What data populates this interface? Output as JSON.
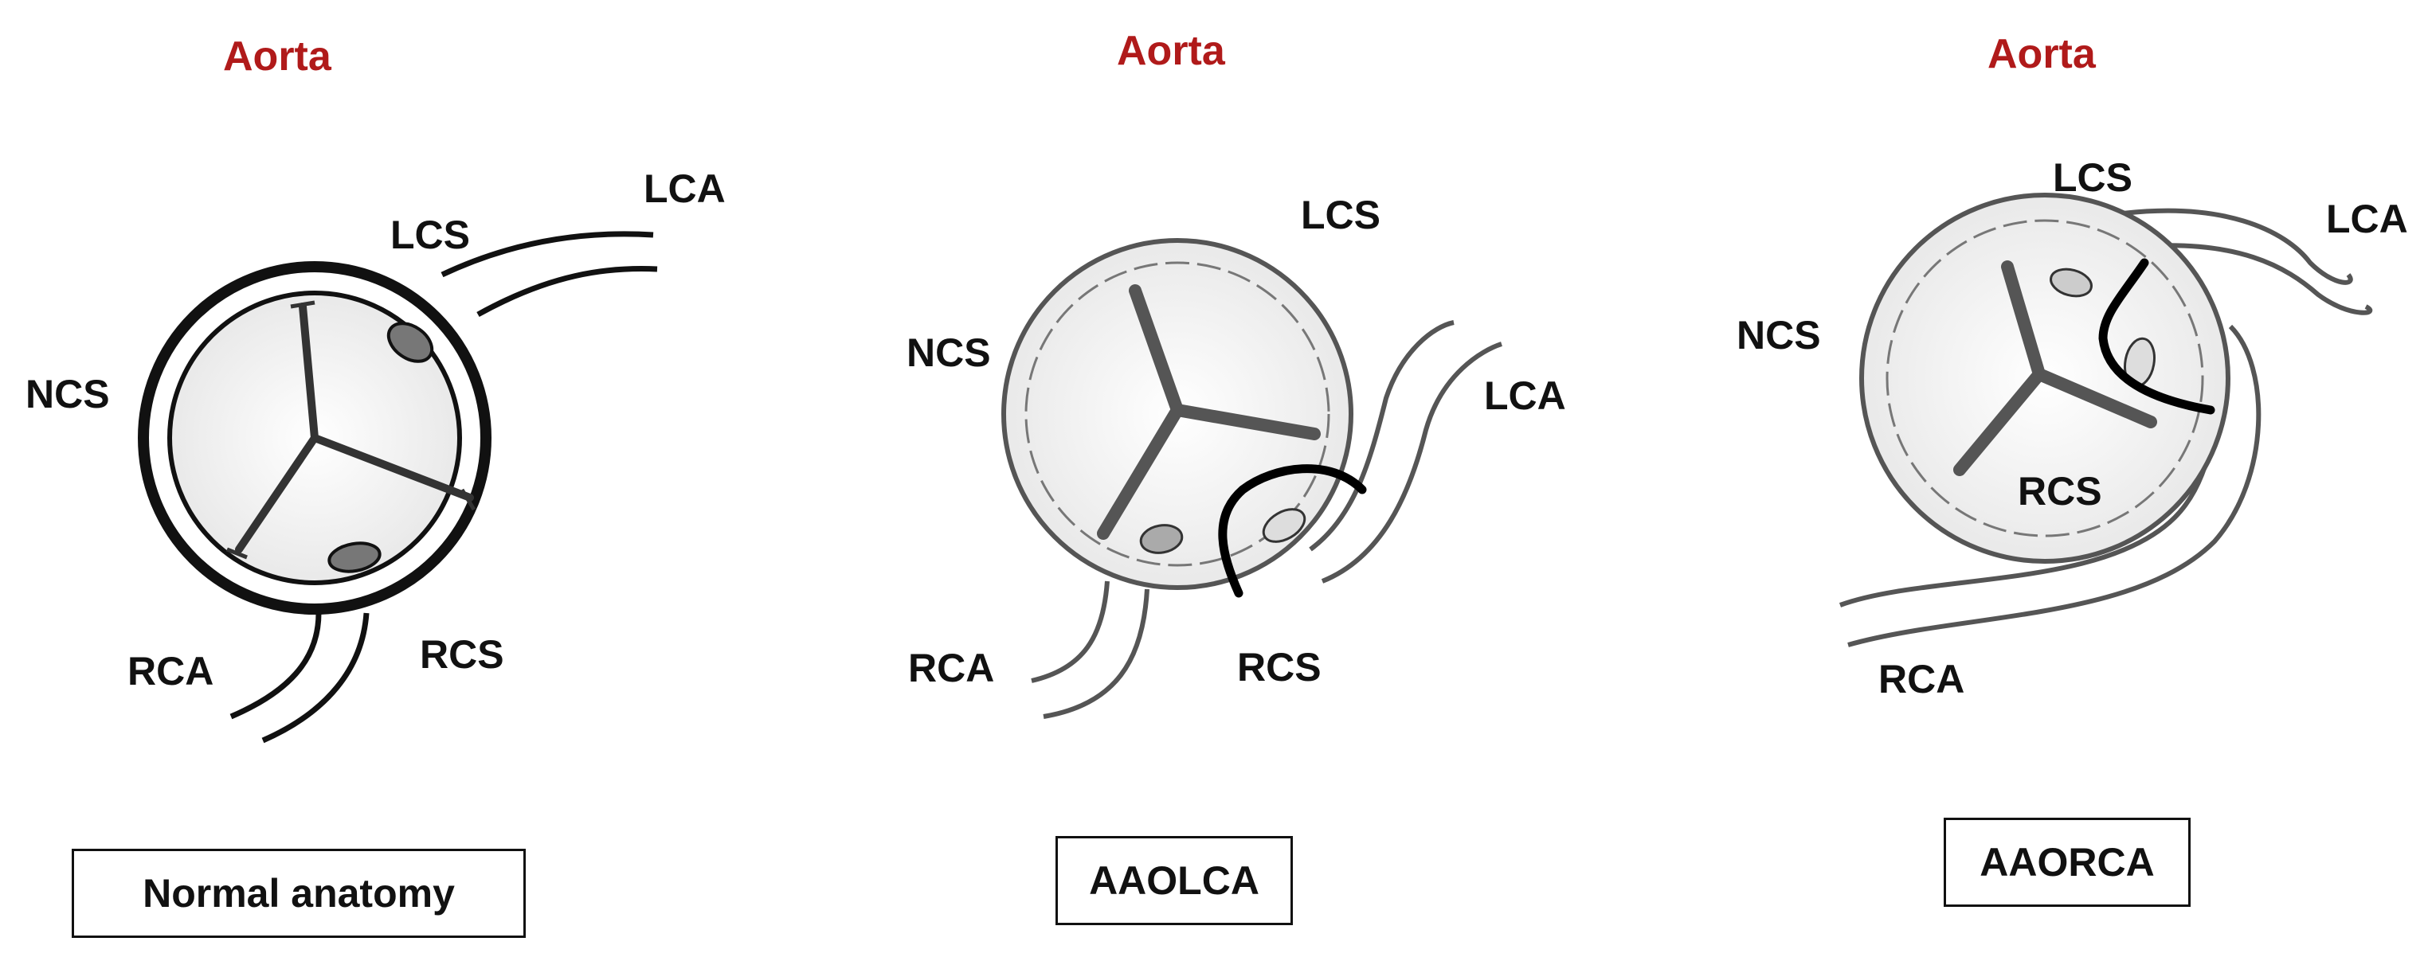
{
  "panels": [
    {
      "caption": "Normal anatomy",
      "labels": {
        "aorta": "Aorta",
        "lcs": "LCS",
        "lca": "LCA",
        "ncs": "NCS",
        "rca": "RCA",
        "rcs": "RCS"
      }
    },
    {
      "caption": "AAOLCA",
      "labels": {
        "aorta": "Aorta",
        "lcs": "LCS",
        "lca": "LCA",
        "ncs": "NCS",
        "rca": "RCA",
        "rcs": "RCS"
      }
    },
    {
      "caption": "AAORCA",
      "labels": {
        "aorta": "Aorta",
        "lcs": "LCS",
        "lca": "LCA",
        "ncs": "NCS",
        "rca": "RCA",
        "rcs": "RCS"
      }
    }
  ],
  "colors": {
    "aorta_label": "#b01a1a",
    "ink": "#111111"
  }
}
